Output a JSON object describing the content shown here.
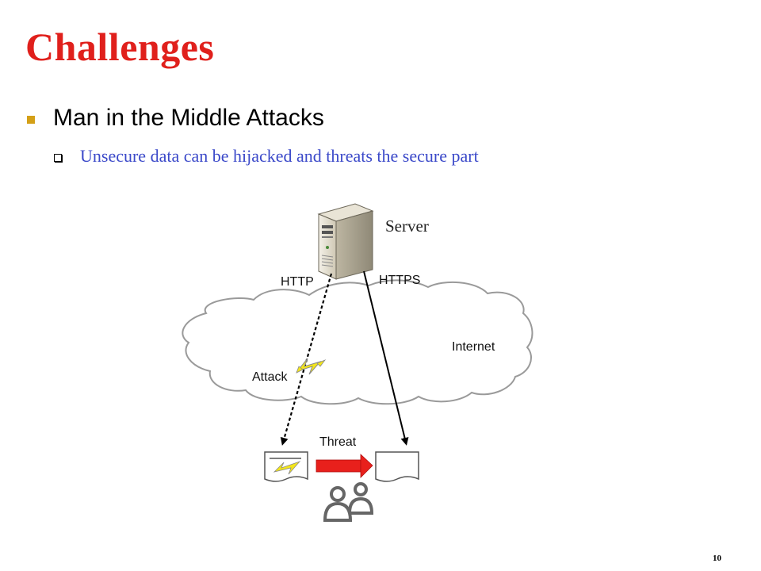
{
  "slide": {
    "title": "Challenges",
    "bullet": "Man in the Middle Attacks",
    "sub_bullet": "Unsecure data can be hijacked and threats the secure part",
    "page_number": "10"
  },
  "diagram": {
    "server_label": "Server",
    "http_label": "HTTP",
    "https_label": "HTTPS",
    "internet_label": "Internet",
    "attack_label": "Attack",
    "threat_label": "Threat"
  },
  "colors": {
    "title": "#e0201c",
    "bullet": "#d4a017",
    "sub_text": "#3b49c9",
    "threat_arrow": "#e8201c",
    "lightning": "#f3e51a"
  },
  "icons": [
    "server-icon",
    "cloud-icon",
    "lightning-icon",
    "document-icon",
    "users-icon",
    "arrow-right-icon"
  ]
}
